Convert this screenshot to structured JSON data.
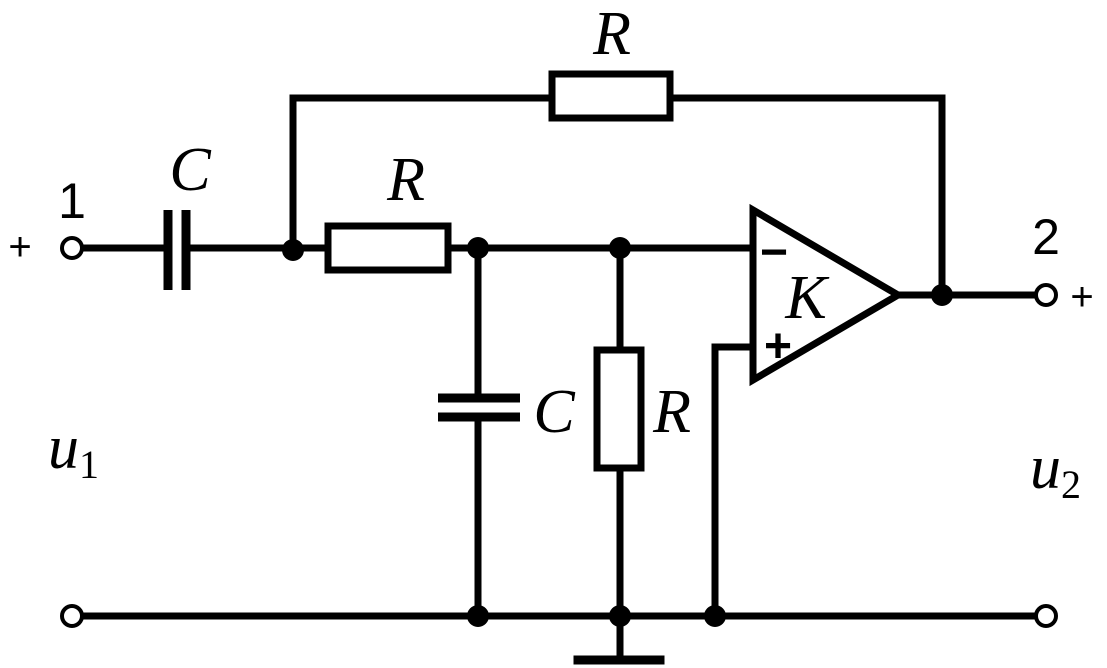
{
  "labels": {
    "feedback_resistor": "R",
    "series_capacitor": "C",
    "series_resistor": "R",
    "shunt_capacitor": "C",
    "shunt_resistor": "R",
    "amplifier_gain": "K",
    "inverting_input": "−",
    "noninverting_input": "+",
    "input_terminal_number": "1",
    "output_terminal_number": "2",
    "input_polarity": "+",
    "output_polarity": "+",
    "input_voltage": {
      "symbol": "u",
      "subscript": "1"
    },
    "output_voltage": {
      "symbol": "u",
      "subscript": "2"
    }
  }
}
